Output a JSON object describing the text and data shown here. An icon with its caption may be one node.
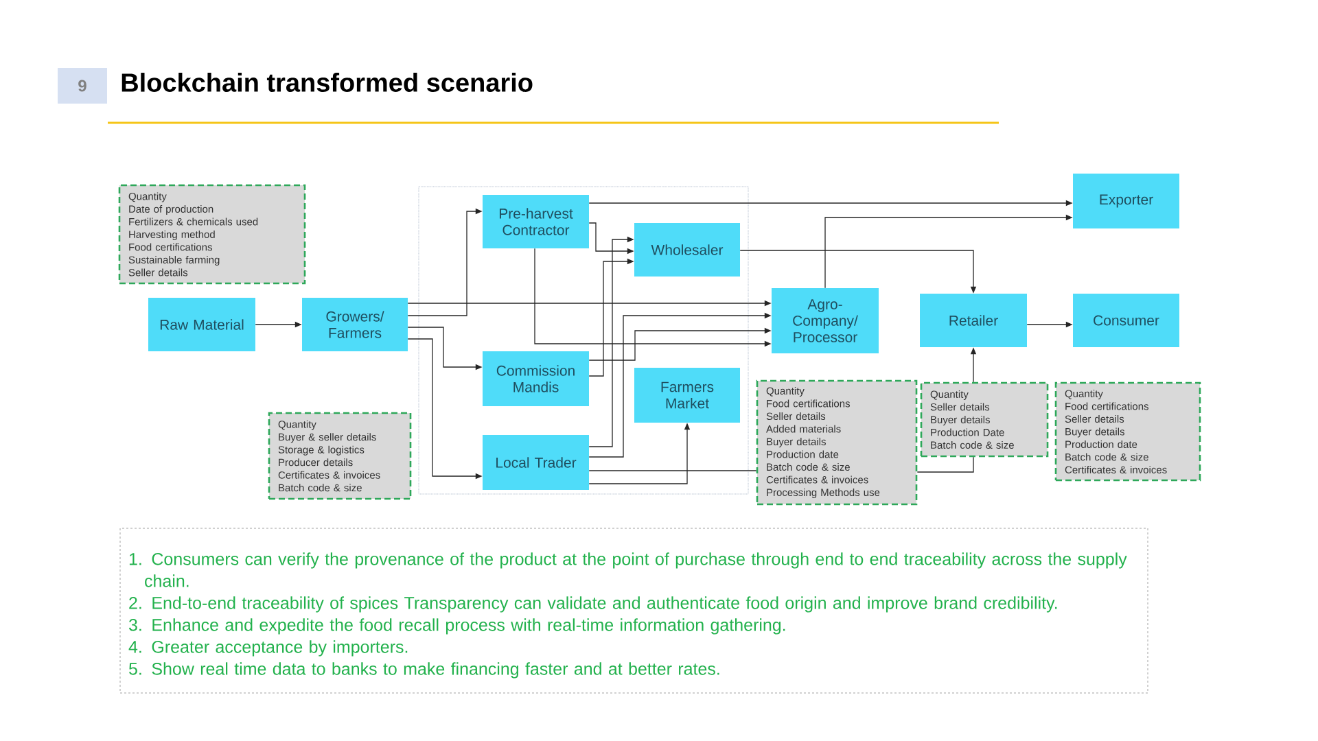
{
  "diagram": {
    "title": "Blockchain transformed scenario",
    "nodes": [
      {
        "text": [
          "Quantity",
          "Date of production",
          "Fertilizers & chemicals used",
          "Harvesting method",
          "Food certifications",
          "Sustainable farming",
          "Seller details"
        ]
      },
      {
        "text": [
          "Pre-harvest Contractor"
        ]
      },
      {
        "text": [
          "Exporter"
        ]
      },
      {
        "text": [
          "Wholesaler"
        ]
      },
      {
        "text": [
          "Raw Material"
        ]
      },
      {
        "text": [
          "Growers/ Farmers"
        ]
      },
      {
        "text": [
          "Agro- Company/ Processor"
        ]
      },
      {
        "text": [
          "Retailer"
        ]
      },
      {
        "text": [
          "Consumer"
        ]
      },
      {
        "text": [
          "Commission Mandis"
        ]
      },
      {
        "text": [
          "Farmers Market"
        ]
      },
      {
        "text": [
          "Quantity",
          "Food certifications",
          "Seller details",
          "Added materials",
          "Buyer details",
          "Production date",
          "Batch code & size",
          "Certificates & invoices",
          "Processing Methods use"
        ]
      },
      {
        "text": [
          "Quantity",
          "Seller details",
          "Buyer details",
          "Production Date",
          "Batch code & size"
        ]
      },
      {
        "text": [
          "Quantity",
          "Food certifications",
          "Seller details",
          "Buyer details",
          "Production date",
          "Batch code & size",
          "Certificates & invoices"
        ]
      },
      {
        "text": [
          "Quantity",
          "Buyer & seller details",
          "Storage & logistics",
          "Producer details",
          "Certificates & invoices",
          "Batch code & size"
        ]
      },
      {
        "text": [
          "Local Trader"
        ]
      },
      {
        "text": [
          "1. Consumers can verify the provenance of the product at the point of purchase through end to end traceability across the supply chain.",
          "2. End-to-end traceability of spices Transparency can validate and authenticate food origin and improve brand credibility.",
          "3. Enhance and expedite the food recall process with real-time information gathering.",
          "4. Greater acceptance by importers.",
          "5. Show real time data to banks to make financing faster and at better rates."
        ]
      }
    ],
    "edges": [
      {
        "from": 4,
        "to": 5,
        "arrow": "to"
      },
      {
        "from": 5,
        "to": 1,
        "arrow": "to"
      },
      {
        "from": 5,
        "to": 9,
        "arrow": "to"
      },
      {
        "from": 5,
        "to": 15,
        "arrow": "to"
      },
      {
        "from": 5,
        "to": 6,
        "arrow": "to"
      },
      {
        "from": 1,
        "to": 2,
        "arrow": "to"
      },
      {
        "from": 1,
        "to": 3,
        "arrow": "to"
      },
      {
        "from": 1,
        "to": 6,
        "arrow": "to"
      },
      {
        "from": 9,
        "to": 6,
        "arrow": "to"
      },
      {
        "from": 9,
        "to": 3,
        "arrow": "to"
      },
      {
        "from": 15,
        "to": 3,
        "arrow": "to"
      },
      {
        "from": 15,
        "to": 6,
        "arrow": "to"
      },
      {
        "from": 15,
        "to": 10,
        "arrow": "to"
      },
      {
        "from": 15,
        "to": 11,
        "arrow": "none"
      },
      {
        "from": 3,
        "to": 7,
        "arrow": "to"
      },
      {
        "from": 6,
        "to": 2,
        "arrow": "to"
      },
      {
        "from": 7,
        "to": 8,
        "arrow": "to"
      },
      {
        "from": 11,
        "to": 12,
        "arrow": "none"
      },
      {
        "from": 12,
        "to": 7,
        "arrow": "to"
      }
    ],
    "labels": [
      "9"
    ]
  }
}
